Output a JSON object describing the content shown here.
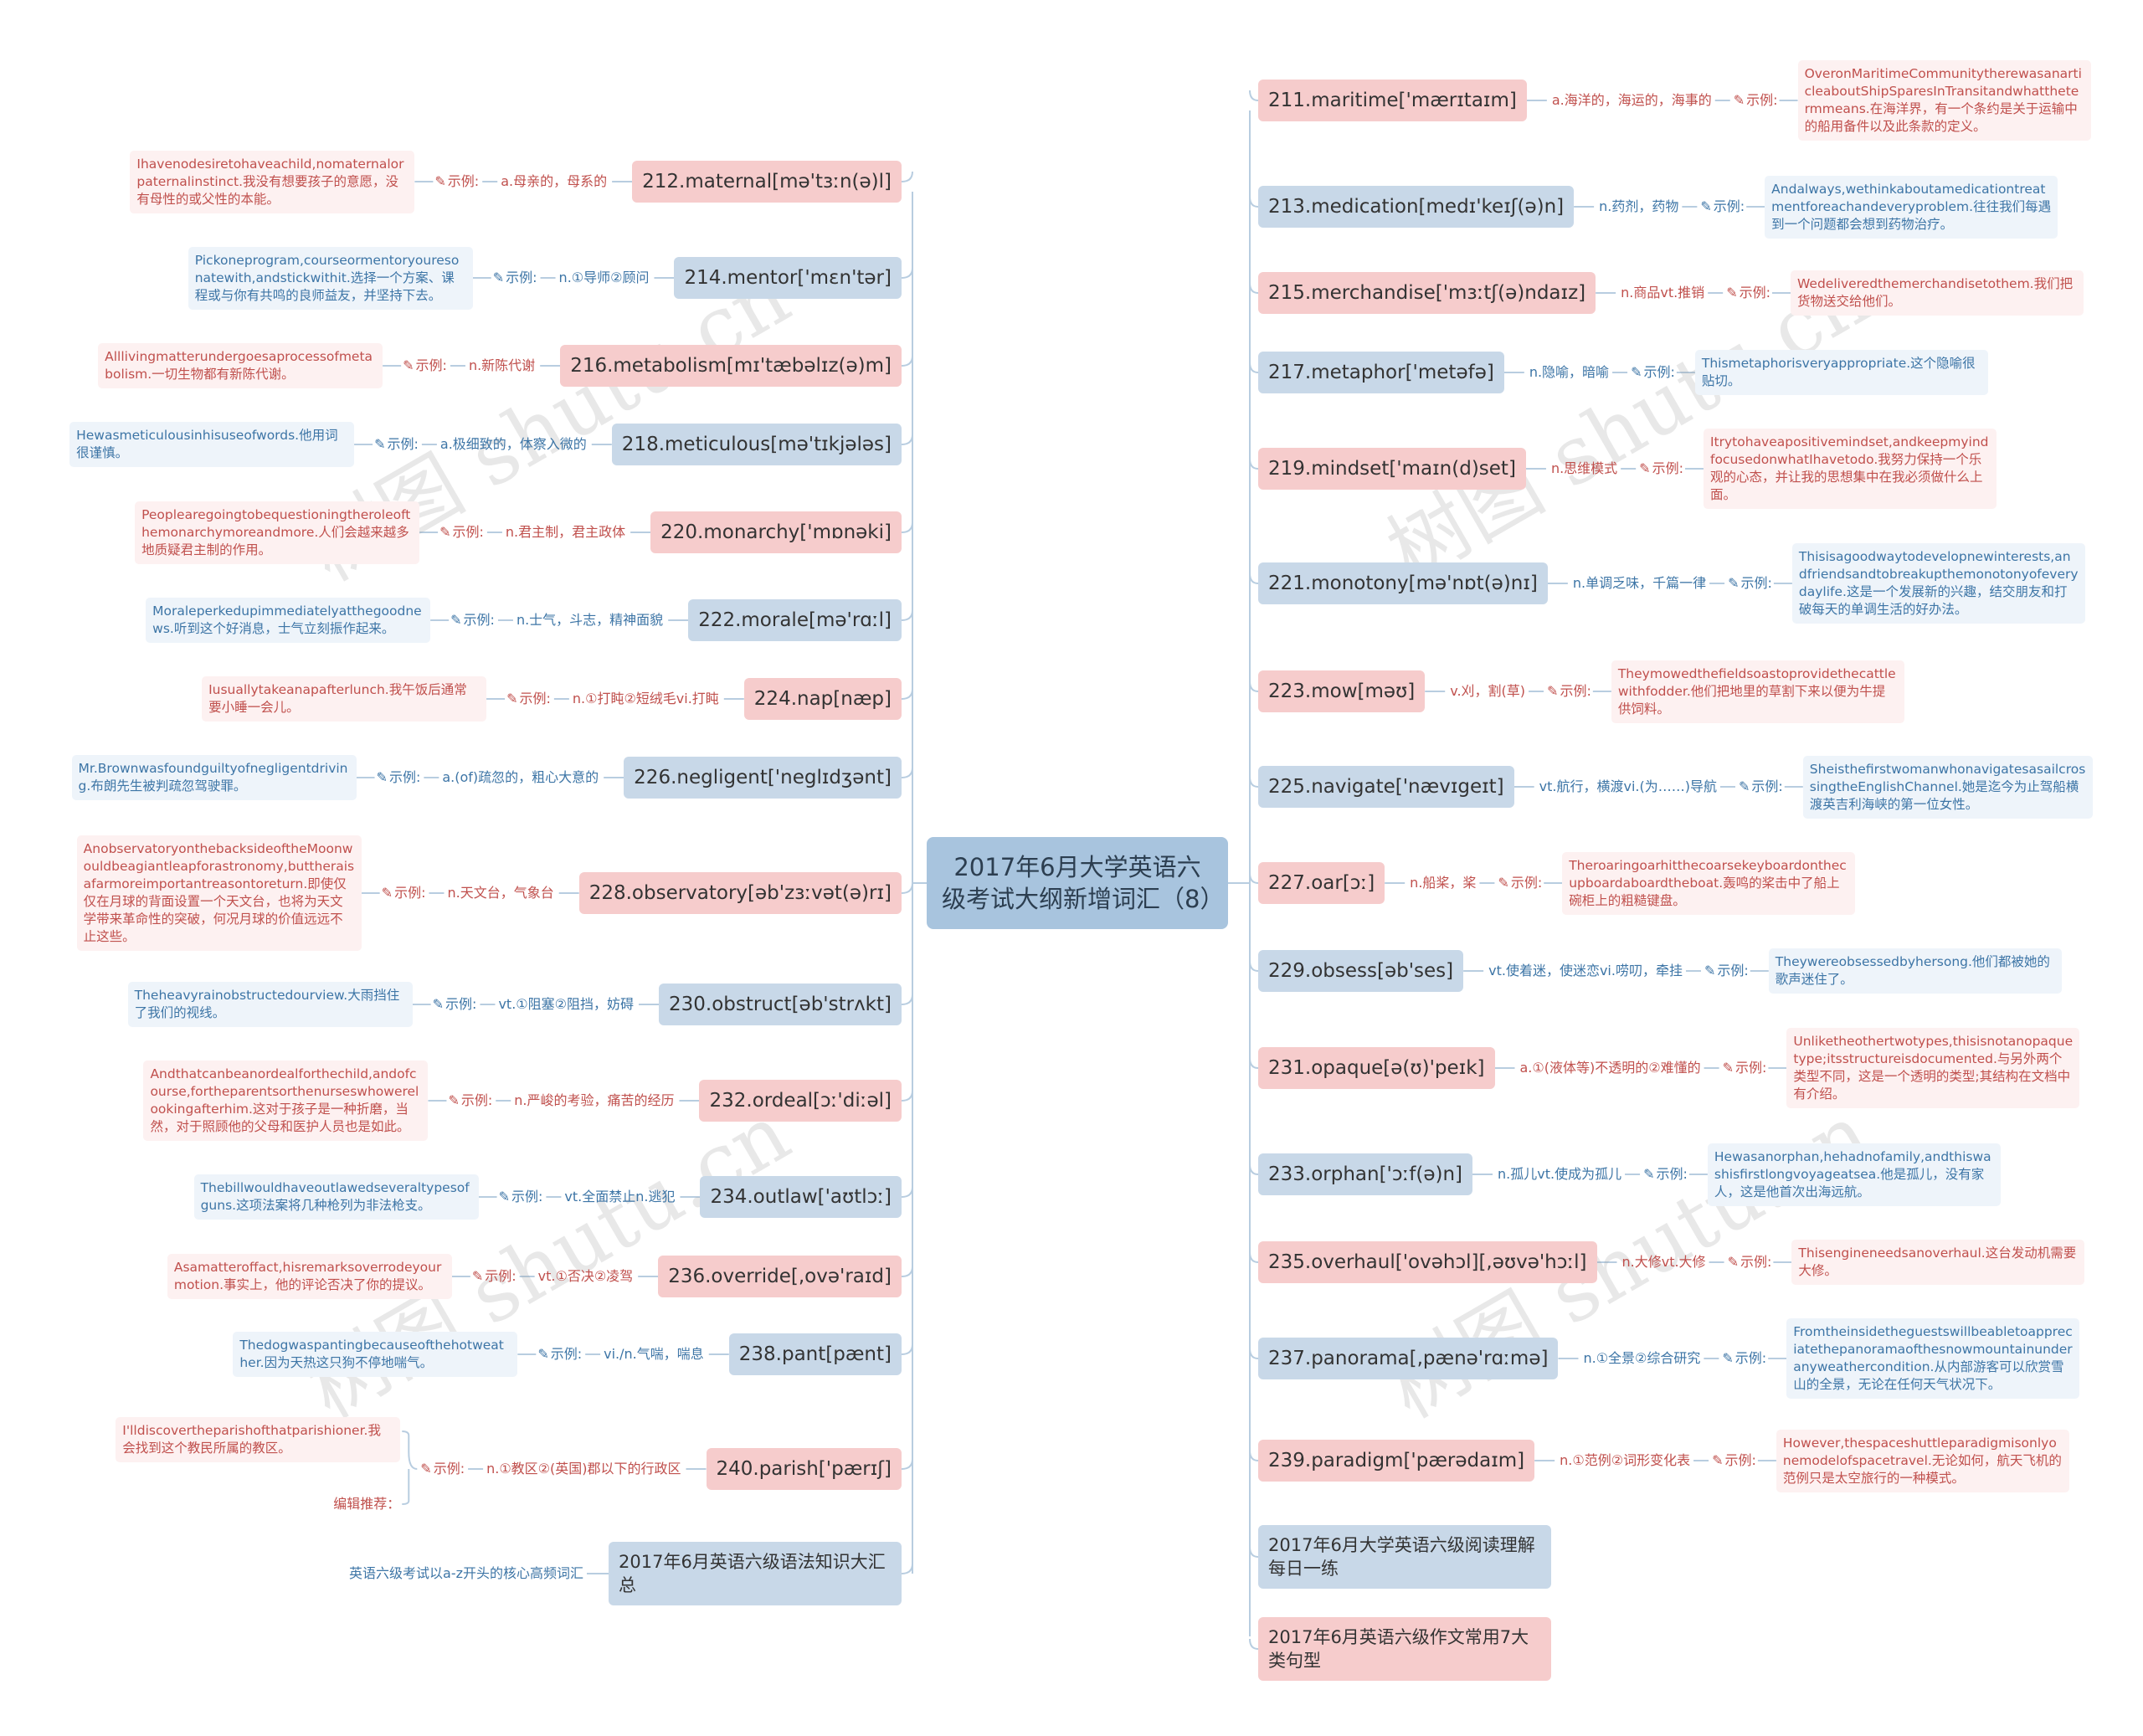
{
  "root": {
    "title": "2017年6月大学英语六级考试大纲新增词汇（8）"
  },
  "watermark": "树图 shutu.cn",
  "example_label": "示例:",
  "colors": {
    "red_fill": "#f6cccc",
    "blue_fill": "#c8d8e8",
    "root_fill": "#a8c4de",
    "red_text": "#c0504d",
    "blue_text": "#3d75a6",
    "line": "#b8cde0"
  },
  "right_words": [
    {
      "word": "211.maritime['mærɪtaɪm]",
      "def": "a.海洋的，海运的，海事的",
      "example": "OveronMaritimeCommunitytherewasanarticleaboutShipSparesInTransitandwhatthetermmeans.在海洋界，有一个条约是关于运输中的船用备件以及此条款的定义。",
      "color": "red"
    },
    {
      "word": "213.medication[medɪ'keɪʃ(ə)n]",
      "def": "n.药剂，药物",
      "example": "Andalways,wethinkaboutamedicationtreatmentforeachandeveryproblem.往往我们每遇到一个问题都会想到药物治疗。",
      "color": "blue"
    },
    {
      "word": "215.merchandise['mɜːtʃ(ə)ndaɪz]",
      "def": "n.商品vt.推销",
      "example": "Wedeliveredthemerchandisetothem.我们把货物送交给他们。",
      "color": "red"
    },
    {
      "word": "217.metaphor['metəfə]",
      "def": "n.隐喻，暗喻",
      "example": "Thismetaphorisveryappropriate.这个隐喻很贴切。",
      "color": "blue"
    },
    {
      "word": "219.mindset['maɪn(d)set]",
      "def": "n.思维模式",
      "example": "Itrytohaveapositivemindset,andkeepmyindfocusedonwhatIhavetodo.我努力保持一个乐观的心态，并让我的思想集中在我必须做什么上面。",
      "color": "red"
    },
    {
      "word": "221.monotony[mə'nɒt(ə)nɪ]",
      "def": "n.单调乏味，千篇一律",
      "example": "Thisisagoodwaytodevelopnewinterests,andfriendsandtobreakupthemonotonyofeverydaylife.这是一个发展新的兴趣，结交朋友和打破每天的单调生活的好办法。",
      "color": "blue"
    },
    {
      "word": "223.mow[məʊ]",
      "def": "v.刈，割(草)",
      "example": "Theymowedthefieldsoastoprovidethecattlewithfodder.他们把地里的草割下来以便为牛提供饲料。",
      "color": "red"
    },
    {
      "word": "225.navigate['nævɪgeɪt]",
      "def": "vt.航行，横渡vi.(为……)导航",
      "example": "SheisthefirstwomanwhonavigatesasailcrossingtheEnglishChannel.她是迄今为止驾船横渡英吉利海峡的第一位女性。",
      "color": "blue"
    },
    {
      "word": "227.oar[ɔː]",
      "def": "n.船桨，桨",
      "example": "Theroaringoarhitthecoarsekeyboardonthecupboardaboardtheboat.轰鸣的桨击中了船上碗柜上的粗糙键盘。",
      "color": "red"
    },
    {
      "word": "229.obsess[əb'ses]",
      "def": "vt.使着迷，使迷恋vi.唠叨，牵挂",
      "example": "Theywereobsessedbyhersong.他们都被她的歌声迷住了。",
      "color": "blue"
    },
    {
      "word": "231.opaque[ə(ʊ)'peɪk]",
      "def": "a.①(液体等)不透明的②难懂的",
      "example": "Unliketheothertwotypes,thisisnotanopaquetype;itsstructureisdocumented.与另外两个类型不同，这是一个透明的类型;其结构在文档中有介绍。",
      "color": "red"
    },
    {
      "word": "233.orphan['ɔːf(ə)n]",
      "def": "n.孤儿vt.使成为孤儿",
      "example": "Hewasanorphan,hehadnofamily,andthiswashisfirstlongvoyageatsea.他是孤儿，没有家人，这是他首次出海远航。",
      "color": "blue"
    },
    {
      "word": "235.overhaul['ovəhɔl][,əʊvə'hɔːl]",
      "def": "n.大修vt.大修",
      "example": "Thisengineneedsanoverhaul.这台发动机需要大修。",
      "color": "red"
    },
    {
      "word": "237.panorama[,pænə'rɑːmə]",
      "def": "n.①全景②综合研究",
      "example": "Fromtheinsidetheguestswillbeabletoappreciatethepanoramaofthesnowmountainunderanyweathercondition.从内部游客可以欣赏雪山的全景，无论在任何天气状况下。",
      "color": "blue"
    },
    {
      "word": "239.paradigm['pærədaɪm]",
      "def": "n.①范例②词形变化表",
      "example": "However,thespaceshuttleparadigmisonlyonemodelofspacetravel.无论如何，航天飞机的范例只是太空旅行的一种模式。",
      "color": "red"
    }
  ],
  "left_words": [
    {
      "word": "212.maternal[mə'tɜːn(ə)l]",
      "def": "a.母亲的，母系的",
      "example": "Ihavenodesiretohaveachild,nomaternalorpaternalinstinct.我没有想要孩子的意愿，没有母性的或父性的本能。",
      "color": "red"
    },
    {
      "word": "214.mentor['mɛn'tər]",
      "def": "n.①导师②顾问",
      "example": "Pickoneprogram,courseormentoryouresonatewith,andstickwithit.选择一个方案、课程或与你有共鸣的良师益友，并坚持下去。",
      "color": "blue"
    },
    {
      "word": "216.metabolism[mɪ'tæbəlɪz(ə)m]",
      "def": "n.新陈代谢",
      "example": "Alllivingmatterundergoesaprocessofmetabolism.一切生物都有新陈代谢。",
      "color": "red"
    },
    {
      "word": "218.meticulous[mə'tɪkjələs]",
      "def": "a.极细致的，体察入微的",
      "example": "Hewasmeticulousinhisuseofwords.他用词很谨慎。",
      "color": "blue"
    },
    {
      "word": "220.monarchy['mɒnəki]",
      "def": "n.君主制，君主政体",
      "example": "Peoplearegoingtobequestioningtheroleofthemonarchymoreandmore.人们会越来越多地质疑君主制的作用。",
      "color": "red"
    },
    {
      "word": "222.morale[mə'rɑːl]",
      "def": "n.士气，斗志，精神面貌",
      "example": "Moraleperkedupimmediatelyatthegoodnews.听到这个好消息，士气立刻振作起来。",
      "color": "blue"
    },
    {
      "word": "224.nap[næp]",
      "def": "n.①打盹②短绒毛vi.打盹",
      "example": "Iusuallytakeanapafterlunch.我午饭后通常要小睡一会儿。",
      "color": "red"
    },
    {
      "word": "226.negligent['neglɪdʒənt]",
      "def": "a.(of)疏忽的，粗心大意的",
      "example": "Mr.Brownwasfoundguiltyofnegligentdriving.布朗先生被判疏忽驾驶罪。",
      "color": "blue"
    },
    {
      "word": "228.observatory[əb'zɜːvət(ə)rɪ]",
      "def": "n.天文台，气象台",
      "example": "AnobservatoryonthebacksideoftheMoonwouldbeagiantleapforastronomy,buttheraisafarmoreimportantreasontoreturn.即使仅仅在月球的背面设置一个天文台，也将为天文学带来革命性的突破，何况月球的价值远远不止这些。",
      "color": "red"
    },
    {
      "word": "230.obstruct[əb'strʌkt]",
      "def": "vt.①阻塞②阻挡，妨碍",
      "example": "Theheavyrainobstructedourview.大雨挡住了我们的视线。",
      "color": "blue"
    },
    {
      "word": "232.ordeal[ɔː'diːəl]",
      "def": "n.严峻的考验，痛苦的经历",
      "example": "Andthatcanbeanordealforthechild,andofcourse,fortheparentsorthenurseswhowerelookingafterhim.这对于孩子是一种折磨，当然，对于照顾他的父母和医护人员也是如此。",
      "color": "red"
    },
    {
      "word": "234.outlaw['aʊtlɔː]",
      "def": "vt.全面禁止n.逃犯",
      "example": "Thebillwouldhaveoutlawedseveraltypesofguns.这项法案将几种枪列为非法枪支。",
      "color": "blue"
    },
    {
      "word": "236.override[,ovə'raɪd]",
      "def": "vt.①否决②凌驾",
      "example": "Asamatteroffact,hisremarksoverrodeyourmotion.事实上，他的评论否决了你的提议。",
      "color": "red"
    },
    {
      "word": "238.pant[pænt]",
      "def": "vi./n.气喘，喘息",
      "example": "Thedogwaspantingbecauseofthehotweather.因为天热这只狗不停地喘气。",
      "color": "blue"
    },
    {
      "word": "240.parish['pærɪʃ]",
      "def": "n.①教区②(英国)郡以下的行政区",
      "example": "I'lldiscovertheparishofthatparishioner.我会找到这个教民所属的教区。",
      "extra": "编辑推荐：",
      "color": "red"
    }
  ],
  "left_link": {
    "title": "2017年6月英语六级语法知识大汇总",
    "note": "英语六级考试以a-z开头的核心高频词汇",
    "color": "blue"
  },
  "right_links": [
    {
      "title": "2017年6月大学英语六级阅读理解每日一练",
      "color": "blue"
    },
    {
      "title": "2017年6月英语六级作文常用7大类句型",
      "color": "red"
    }
  ]
}
